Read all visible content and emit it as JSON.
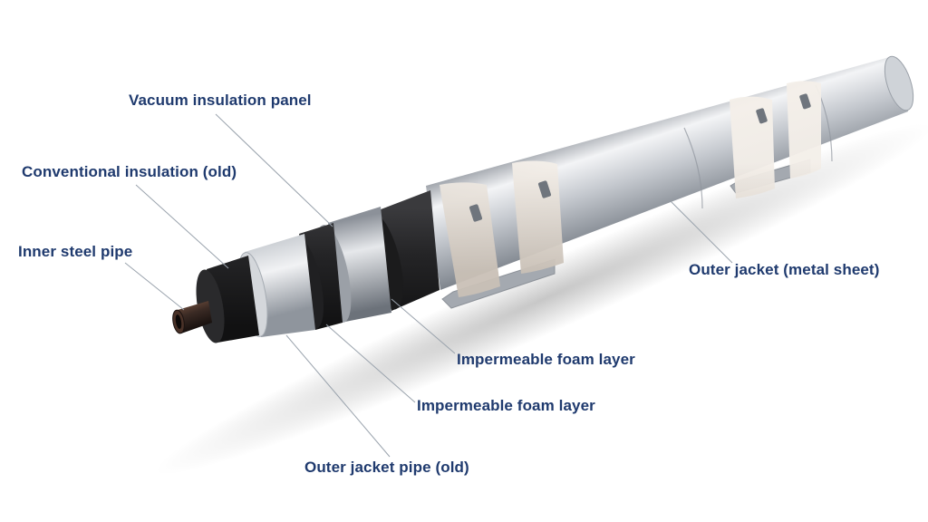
{
  "labels": {
    "vacuum_insulation_panel": "Vacuum insulation panel",
    "conventional_insulation": "Conventional insulation (old)",
    "inner_steel_pipe": "Inner steel pipe",
    "outer_jacket_metal_sheet": "Outer jacket (metal sheet)",
    "impermeable_foam_layer_1": "Impermeable foam layer",
    "impermeable_foam_layer_2": "Impermeable foam layer",
    "outer_jacket_pipe_old": "Outer jacket pipe (old)"
  },
  "colors": {
    "label_text": "#1f3a6e",
    "leader_line": "#9aa3ad",
    "metal_light": "#eceef1",
    "metal_mid": "#a9aeb6",
    "metal_dark": "#5d636c",
    "foam_black": "#1c1c1e",
    "band": "#e3dcd4",
    "bracket": "#9fa4ab"
  }
}
